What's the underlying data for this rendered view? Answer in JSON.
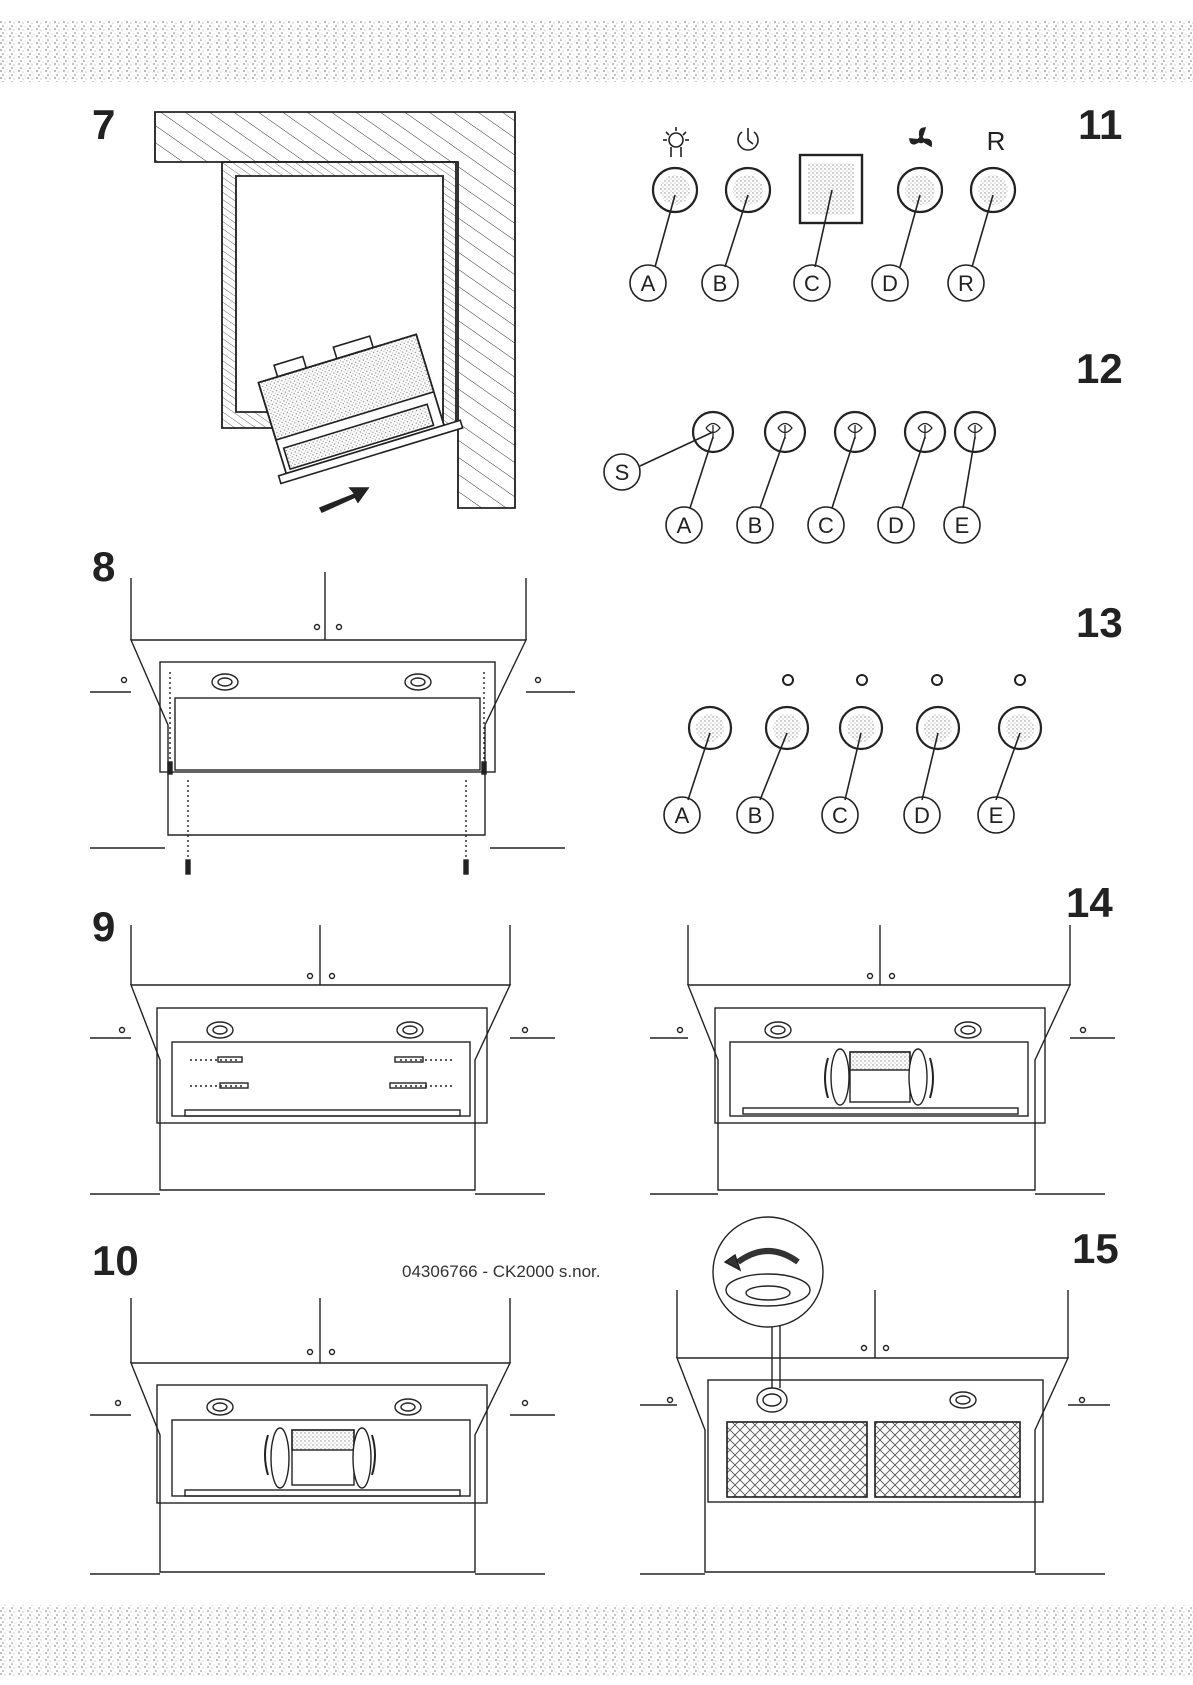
{
  "figures": {
    "f7": {
      "number": "7"
    },
    "f8": {
      "number": "8"
    },
    "f9": {
      "number": "9"
    },
    "f10": {
      "number": "10"
    },
    "f11": {
      "number": "11",
      "top_label_r": "R",
      "labels": [
        "A",
        "B",
        "C",
        "D",
        "R"
      ],
      "icons": [
        "light-icon",
        "timer-icon",
        "fan-icon"
      ]
    },
    "f12": {
      "number": "12",
      "side_label": "S",
      "labels": [
        "A",
        "B",
        "C",
        "D",
        "E"
      ]
    },
    "f13": {
      "number": "13",
      "labels": [
        "A",
        "B",
        "C",
        "D",
        "E"
      ]
    },
    "f14": {
      "number": "14"
    },
    "f15": {
      "number": "15"
    }
  },
  "reference_code": "04306766 - CK2000 s.nor.",
  "colors": {
    "ink": "#222222",
    "stipple": "#9a9a9a",
    "paper": "#ffffff"
  }
}
